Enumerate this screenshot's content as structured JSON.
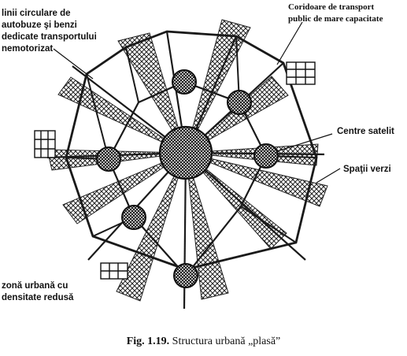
{
  "labels": {
    "circular_lines": "linii circulare de\nautobuze şi benzi\ndedicate transportului\nnemotorizat",
    "transport_corridors": "Coridoare de transport\npublic de mare capacitate",
    "satellite_centers": "Centre satelit",
    "green_spaces": "Spaţii verzi",
    "low_density_zone": "zonă urbană cu\ndensitate redusă"
  },
  "caption": {
    "number": "Fig. 1.19.",
    "text": "Structura urbană „plasă”"
  }
}
